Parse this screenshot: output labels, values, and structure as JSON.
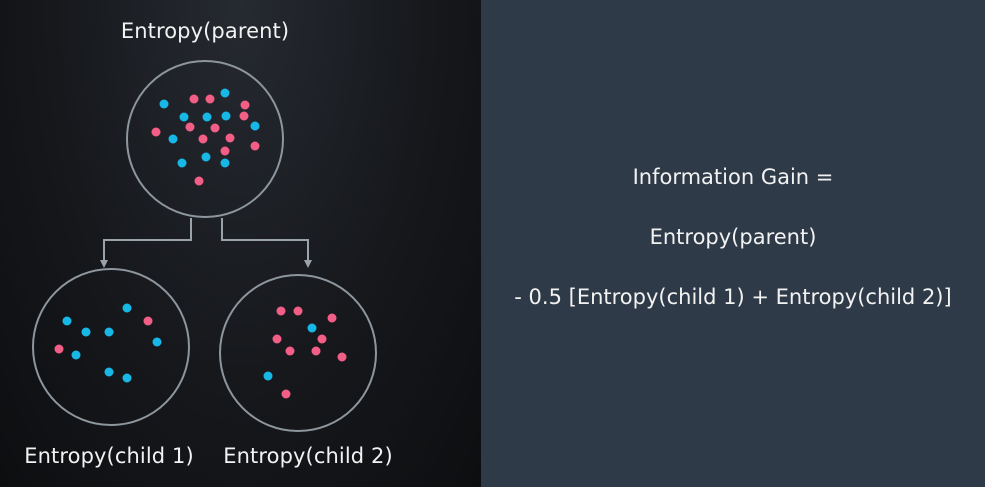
{
  "diagram": {
    "parent_label": "Entropy(parent)",
    "child1_label": "Entropy(child 1)",
    "child2_label": "Entropy(child 2)"
  },
  "formula": {
    "line1": "Information Gain =",
    "line2": "Entropy(parent)",
    "line3": "- 0.5 [Entropy(child 1) + Entropy(child 2)]"
  },
  "colors": {
    "dot_blue": "#17b8e6",
    "dot_pink": "#f25e86",
    "circle_stroke": "#8d959d",
    "arrow": "#9aa2aa",
    "left_background": "#16181c",
    "right_background": "#2e3a47",
    "text": "#f2f2f2"
  }
}
